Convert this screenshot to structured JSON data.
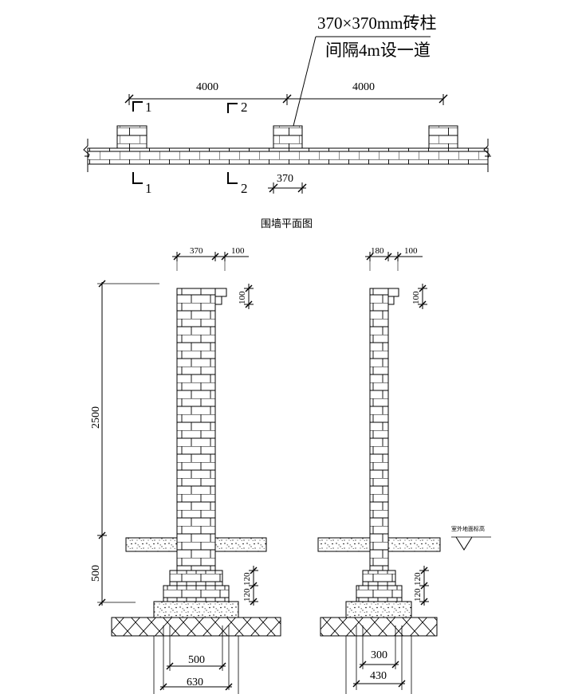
{
  "note": {
    "line1": "370×370mm砖柱",
    "line2": "间隔4m设一道"
  },
  "plan": {
    "title": "围墙平面图",
    "span_left": "4000",
    "span_right": "4000",
    "pier_width": "370",
    "section_marks": [
      "1",
      "2",
      "1",
      "2"
    ]
  },
  "section_pier": {
    "top_width": "370",
    "cap_overhang": "100",
    "cap_height": "100",
    "height_above": "2500",
    "height_below": "500",
    "step1": "120",
    "step2": "120",
    "footing_inner": "500",
    "footing_outer": "630"
  },
  "section_wall": {
    "top_width": "180",
    "cap_overhang": "100",
    "cap_height": "100",
    "ground_label": "室外地面标高",
    "step1": "120",
    "step2": "120",
    "footing_inner": "300",
    "footing_outer": "430"
  },
  "colors": {
    "line": "#000000",
    "background": "#ffffff"
  }
}
